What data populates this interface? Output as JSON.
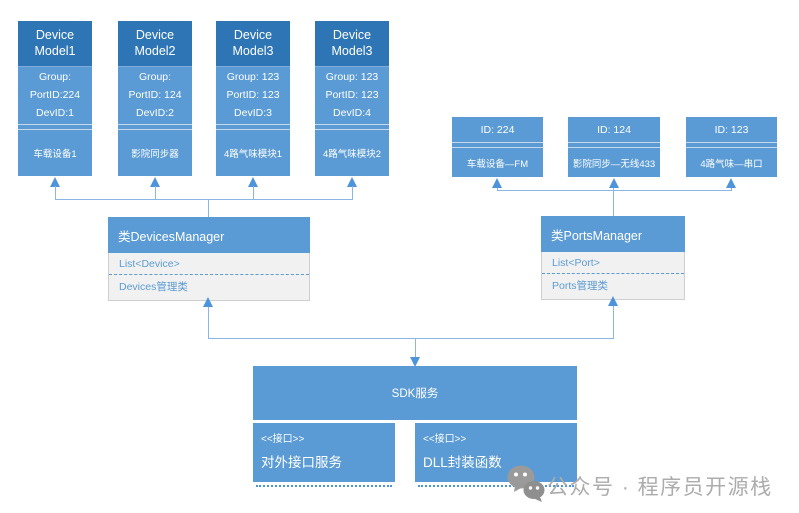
{
  "colors": {
    "header_blue": "#2E75B6",
    "body_blue": "#5B9BD5",
    "connector_line": "#8AB6E5",
    "arrow_blue": "#4E94DB",
    "manager_body_bg": "#F1F1F1",
    "watermark_gray": "#ACACAC"
  },
  "devices": [
    {
      "title": "Device Model1",
      "group": "Group:",
      "port_id": "PortID:224",
      "dev_id": "DevID:1",
      "label": "车载设备1"
    },
    {
      "title": "Device Model2",
      "group": "Group:",
      "port_id": "PortID: 124",
      "dev_id": "DevID:2",
      "label": "影院同步器"
    },
    {
      "title": "Device Model3",
      "group": "Group: 123",
      "port_id": "PortID: 123",
      "dev_id": "DevID:3",
      "label": "4路气味模块1"
    },
    {
      "title": "Device Model3",
      "group": "Group: 123",
      "port_id": "PortID: 123",
      "dev_id": "DevID:4",
      "label": "4路气味模块2"
    }
  ],
  "ports": [
    {
      "id": "ID: 224",
      "label": "车载设备—FM"
    },
    {
      "id": "ID: 124",
      "label": "影院同步—无线433"
    },
    {
      "id": "ID: 123",
      "label": "4路气味—串口"
    }
  ],
  "managers": {
    "devices": {
      "title": "类DevicesManager",
      "list_type": "List<Device>",
      "desc": "Devices管理类"
    },
    "ports": {
      "title": "类PortsManager",
      "list_type": "List<Port>",
      "desc": "Ports管理类"
    }
  },
  "sdk": {
    "title": "SDK服务",
    "interfaces": [
      {
        "stereotype": "<<接口>>",
        "name": "对外接口服务"
      },
      {
        "stereotype": "<<接口>>",
        "name": "DLL封装函数"
      }
    ]
  },
  "watermark": {
    "text": "公众号 · 程序员开源栈",
    "icon": "wechat-icon"
  }
}
